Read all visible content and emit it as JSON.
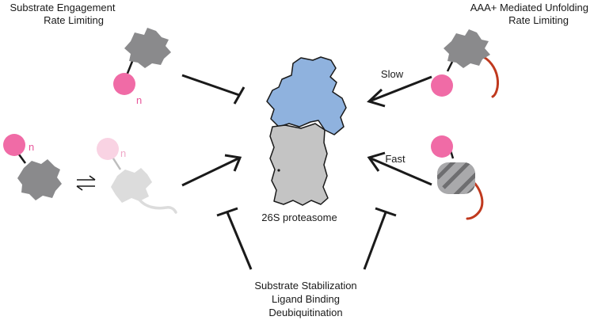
{
  "labels": {
    "engagement_line1": "Substrate Engagement",
    "engagement_line2": "Rate Limiting",
    "unfolding_line1": "AAA+ Mediated Unfolding",
    "unfolding_line2": "Rate Limiting",
    "slow": "Slow",
    "fast": "Fast",
    "proteasome": "26S proteasome",
    "modulators_line1": "Substrate Stabilization",
    "modulators_line2": "Ligand Binding",
    "modulators_line3": "Deubiquitination",
    "ubiquitin_n": "n"
  },
  "colors": {
    "substrate_gray": "#8a8a8c",
    "substrate_faded": "#dcdcdc",
    "ubiquitin_pink": "#f06ba6",
    "ubiquitin_faded": "#f9d3e3",
    "proteasome_cap": "#8fb2de",
    "proteasome_core": "#c4c4c4",
    "tail_red": "#c0391e",
    "arrow_black": "#1a1a1a"
  }
}
